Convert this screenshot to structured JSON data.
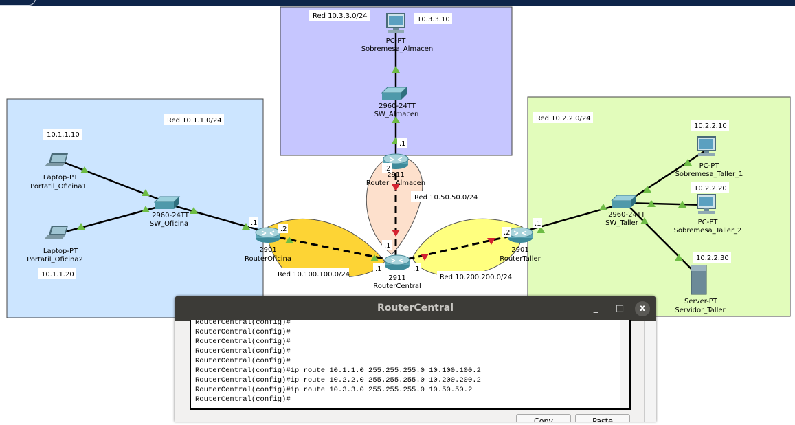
{
  "networks": {
    "oficina": {
      "label": "Red 10.1.1.0/24",
      "color": "#cce5ff"
    },
    "almacen": {
      "label": "Red 10.3.3.0/24",
      "color": "#c6c6ff"
    },
    "taller": {
      "label": "Red 10.2.2.0/24",
      "color": "#e2fcbb"
    },
    "link_almacen": {
      "label": "Red 10.50.50.0/24",
      "color": "#fde0cc"
    },
    "link_oficina": {
      "label": "Red 10.100.100.0/24",
      "color": "#fdd435"
    },
    "link_taller": {
      "label": "Red 10.200.200.0/24",
      "color": "#ffff7f"
    }
  },
  "devices": {
    "laptop1": {
      "model": "Laptop-PT",
      "name": "Portatil_Oficina1",
      "ip": "10.1.1.10"
    },
    "laptop2": {
      "model": "Laptop-PT",
      "name": "Portatil_Oficina2",
      "ip": "10.1.1.20"
    },
    "sw_oficina": {
      "model": "2960-24TT",
      "name": "SW_Oficina"
    },
    "router_oficina": {
      "model": "2901",
      "name": "RouterOficina",
      "if_lan": ".1",
      "if_wan": ".2"
    },
    "router_central": {
      "model": "2911",
      "name": "RouterCentral",
      "if_a": ".1",
      "if_b": ".1",
      "if_c": ".1"
    },
    "router_almacen": {
      "model": "2911",
      "name": "Router   Almacen",
      "if_lan": ".1",
      "if_wan": ".2"
    },
    "router_taller": {
      "model": "2901",
      "name": "RouterTaller",
      "if_lan": ".1",
      "if_wan": ".2"
    },
    "sw_almacen": {
      "model": "2960-24TT",
      "name": "SW_Almacen"
    },
    "pc_almacen": {
      "model": "PC-PT",
      "name": "Sobremesa_Almacen",
      "ip": "10.3.3.10"
    },
    "sw_taller": {
      "model": "2960-24TT",
      "name": "SW_Taller"
    },
    "pc_taller1": {
      "model": "PC-PT",
      "name": "Sobremesa_Taller_1",
      "ip": "10.2.2.10"
    },
    "pc_taller2": {
      "model": "PC-PT",
      "name": "Sobremesa_Taller_2",
      "ip": "10.2.2.20"
    },
    "server": {
      "model": "Server-PT",
      "name": "Servidor_Taller",
      "ip": "10.2.2.30"
    }
  },
  "window": {
    "title": "RouterCentral",
    "minimize": "_",
    "maximize": "□",
    "close": "x",
    "lines": [
      "RouterCentral(config)#",
      "RouterCentral(config)#",
      "RouterCentral(config)#",
      "RouterCentral(config)#",
      "RouterCentral(config)#",
      "RouterCentral(config)#ip route 10.1.1.0 255.255.255.0 10.100.100.2",
      "RouterCentral(config)#ip route 10.2.2.0 255.255.255.0 10.200.200.2",
      "RouterCentral(config)#ip route 10.3.3.0 255.255.255.0 10.50.50.2",
      "RouterCentral(config)#"
    ],
    "copy": "Copy",
    "paste": "Paste"
  }
}
